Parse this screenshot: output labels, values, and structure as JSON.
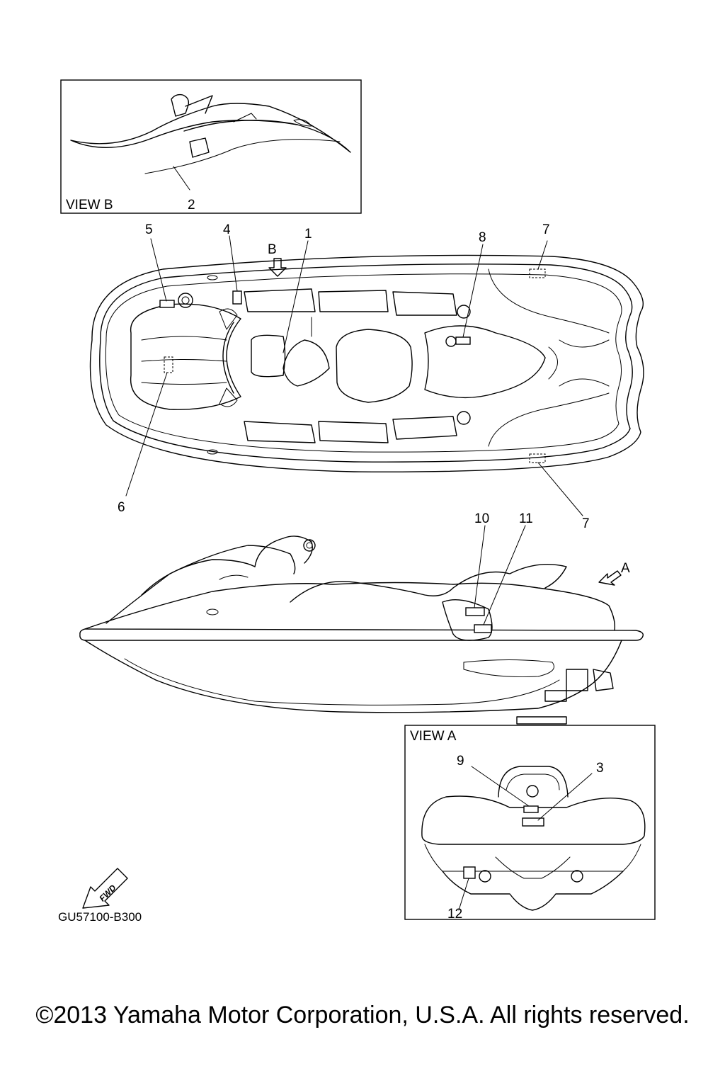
{
  "views": {
    "view_b": {
      "label": "VIEW B"
    },
    "view_a": {
      "label": "VIEW A"
    }
  },
  "callouts": {
    "n1": "1",
    "n2": "2",
    "n3": "3",
    "n4": "4",
    "n5": "5",
    "n6": "6",
    "n7": "7",
    "n8": "8",
    "n9": "9",
    "n10": "10",
    "n11": "11",
    "n12": "12"
  },
  "view_arrows": {
    "a": "A",
    "b": "B"
  },
  "fwd_label": "FWD",
  "figure_code": "GU57100-B300",
  "copyright": "©2013 Yamaha Motor Corporation, U.S.A. All rights reserved."
}
